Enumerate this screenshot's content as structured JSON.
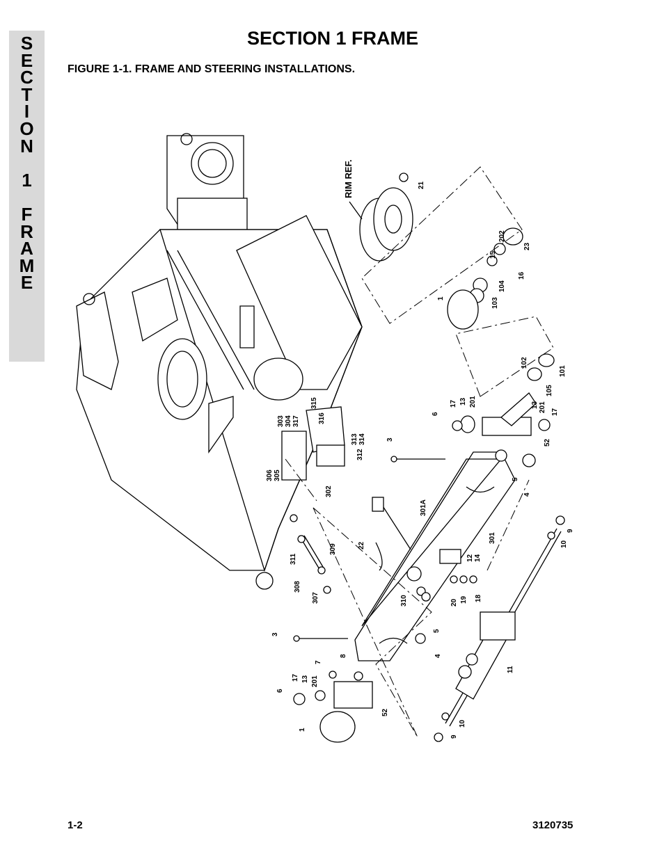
{
  "side_tab": {
    "letters": [
      "S",
      "E",
      "C",
      "T",
      "I",
      "O",
      "N",
      "",
      "1",
      "",
      "F",
      "R",
      "A",
      "M",
      "E"
    ]
  },
  "header": {
    "section_title": "SECTION 1  FRAME",
    "figure_title": "FIGURE 1-1.    FRAME AND STEERING INSTALLATIONS."
  },
  "diagram": {
    "rim_ref": "RIM REF.",
    "callouts": {
      "c21": "21",
      "c23": "23",
      "c202": "202",
      "c15": "15",
      "c16": "16",
      "c104": "104",
      "c103": "103",
      "c1a": "1",
      "c102": "102",
      "c101": "101",
      "c105": "105",
      "c6a": "6",
      "c17a": "17",
      "c13a": "13",
      "c201a": "201",
      "c13b": "13",
      "c201b": "201",
      "c17b": "17",
      "c52a": "52",
      "c3a": "3",
      "c5a": "5",
      "c4a": "4",
      "c303": "303",
      "c304": "304",
      "c317": "317",
      "c315": "315",
      "c316": "316",
      "c313": "313",
      "c314": "314",
      "c312": "312",
      "c306": "306",
      "c305": "305",
      "c302": "302",
      "c301A": "301A",
      "c301": "301",
      "c22": "22",
      "c12": "12",
      "c14": "14",
      "c20": "20",
      "c19": "19",
      "c18": "18",
      "c310": "310",
      "c311": "311",
      "c309": "309",
      "c308": "308",
      "c307": "307",
      "c9a": "9",
      "c10a": "10",
      "c3b": "3",
      "c5b": "5",
      "c4b": "4",
      "c8": "8",
      "c7": "7",
      "c17c": "17",
      "c13c": "13",
      "c201c": "201",
      "c6b": "6",
      "c52b": "52",
      "c1b": "1",
      "c11": "11",
      "c10b": "10",
      "c9b": "9"
    }
  },
  "footer": {
    "page_number": "1-2",
    "doc_number": "3120735"
  }
}
